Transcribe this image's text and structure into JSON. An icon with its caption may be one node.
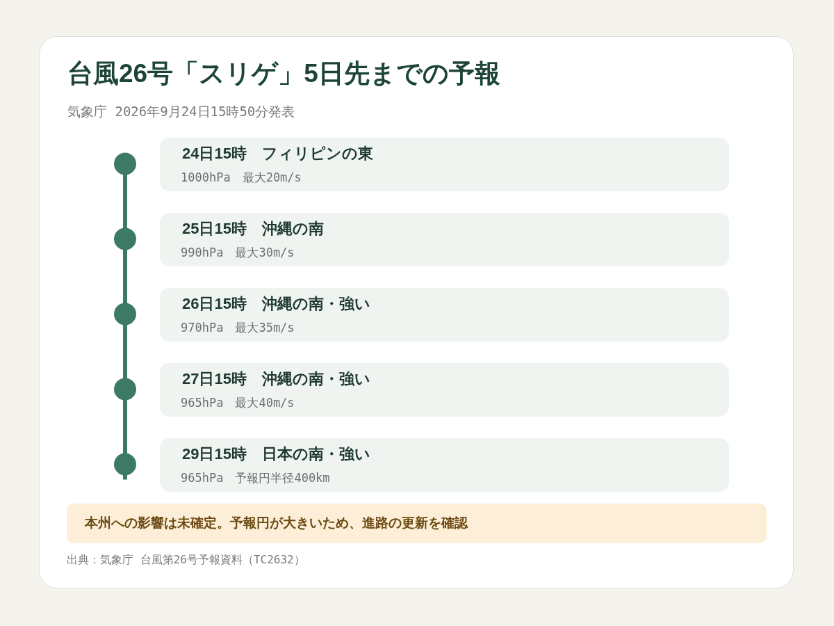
{
  "diagram": {
    "title": "台風26号「スリゲ」5日先までの予報",
    "nodes": [
      {
        "text": [
          "24日15時　フィリピンの東",
          "1000hPa　最大20m/s"
        ]
      },
      {
        "text": [
          "25日15時　沖縄の南",
          "990hPa　最大30m/s"
        ]
      },
      {
        "text": [
          "26日15時　沖縄の南・強い",
          "970hPa　最大35m/s"
        ]
      },
      {
        "text": [
          "27日15時　沖縄の南・強い",
          "965hPa　最大40m/s"
        ]
      },
      {
        "text": [
          "29日15時　日本の南・強い",
          "965hPa　予報円半径400km"
        ]
      },
      {
        "text": [
          "本州への影響は未確定。予報円が大きいため、進路の更新を確認"
        ]
      }
    ],
    "labels": [
      "気象庁 2026年9月24日15時50分発表",
      "出典：気象庁 台風第26号予報資料（TC2632）"
    ]
  }
}
